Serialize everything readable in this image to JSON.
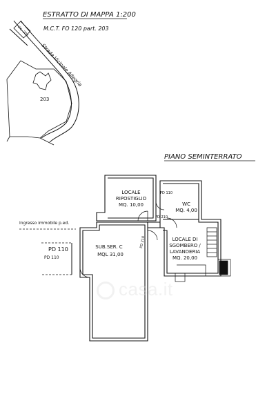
{
  "header": {
    "title": "ESTRATTO DI MAPPA 1:200",
    "ref": "M.C.T.   FO 120   part. 203"
  },
  "map": {
    "road": "Strada Vicinale Allegria",
    "road_sign": "Vic. 203",
    "parcel": "203"
  },
  "floor": {
    "title": "PIANO SEMINTERRATO"
  },
  "rooms": {
    "ripostiglio": {
      "name1": "LOCALE",
      "name2": "RIPOSTIGLIO",
      "area": "MQ. 10,00"
    },
    "wc": {
      "name": "WC",
      "area": "MQ. 4,00"
    },
    "sgombero": {
      "name1": "LOCALE DI",
      "name2": "SGOMBERO /",
      "name3": "LAVANDERIA",
      "area": "MQ. 20,00"
    },
    "subser": {
      "name": "SUB.SER. C",
      "area": "MQL 31,00"
    },
    "pd_outer": {
      "name": "PD 110",
      "sub": "PD 110"
    }
  },
  "annotations": {
    "entrance": "Ingresso immobile p.ed.",
    "pd110_top": "PD 110",
    "pd210": "PD 210",
    "pd210_vert": "PD 210"
  },
  "watermark": "casa.it"
}
